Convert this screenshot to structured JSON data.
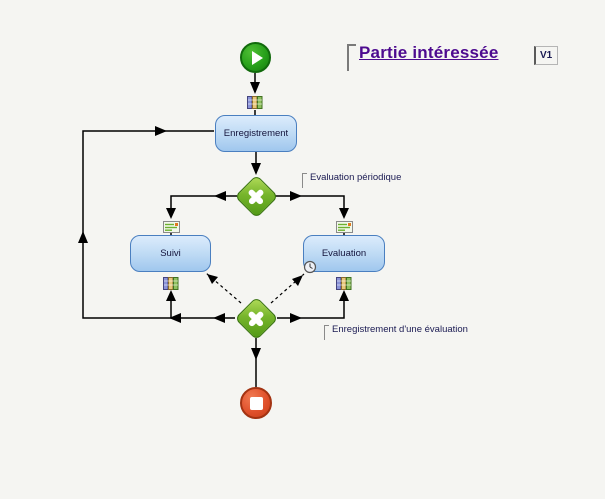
{
  "header": {
    "title": "Partie intéressée",
    "version": "V1"
  },
  "nodes": {
    "start": {
      "type": "start-event"
    },
    "enregistrement": {
      "label": "Enregistrement"
    },
    "gateway_split": {
      "type": "xor-gateway"
    },
    "suivi": {
      "label": "Suivi"
    },
    "evaluation": {
      "label": "Evaluation",
      "boundary_event": "timer"
    },
    "gateway_merge": {
      "type": "xor-gateway"
    },
    "end": {
      "type": "end-event"
    }
  },
  "flow_labels": {
    "periodic_evaluation": "Evaluation périodique",
    "record_evaluation": "Enregistrement d'une évaluation"
  },
  "icons": {
    "start": "play-icon",
    "end": "stop-icon",
    "attachment": "forms-stack-icon",
    "form": "form-icon",
    "timer": "clock-icon"
  },
  "colors": {
    "background": "#f5f5f2",
    "task_fill_top": "#dcecfc",
    "task_fill_bottom": "#a0c7ee",
    "task_border": "#4a7fc0",
    "gateway_green": "#77b52c",
    "gateway_border": "#35700c",
    "start_green": "#27a01a",
    "end_red": "#e0512c",
    "title_purple": "#4d0a8f",
    "label_text": "#1a1a52",
    "flow_line": "#000000"
  }
}
